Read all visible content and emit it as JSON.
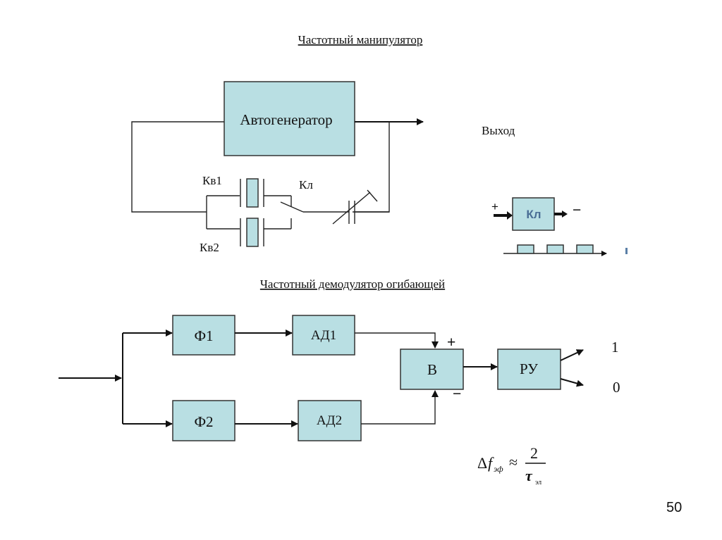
{
  "slide": {
    "page_number": "50",
    "background": "#ffffff",
    "block_fill": "#b9dfe3",
    "block_stroke": "#333333"
  },
  "modulator": {
    "title": "Частотный манипулятор",
    "generator_label": "Автогенератор",
    "output_label": "Выход",
    "crystal1_label": "Кв1",
    "crystal2_label": "Кв2",
    "switch_label": "Кл",
    "switch_block": {
      "label": "Кл",
      "plus": "+",
      "minus": "−"
    },
    "pulse_count": 3
  },
  "demodulator": {
    "title": "Частотный демодулятор огибающей",
    "blocks": {
      "f1": "Ф1",
      "f2": "Ф2",
      "ad1": "АД1",
      "ad2": "АД2",
      "subtractor": "В",
      "decision": "РУ"
    },
    "plus_sign": "+",
    "minus_sign": "−",
    "output_one": "1",
    "output_zero": "0",
    "formula": {
      "lhs_delta": "Δ",
      "lhs_f": "f",
      "lhs_sub": "эф",
      "approx": "≈",
      "numerator": "2",
      "denominator": "τ",
      "denominator_sub": "эл"
    }
  }
}
